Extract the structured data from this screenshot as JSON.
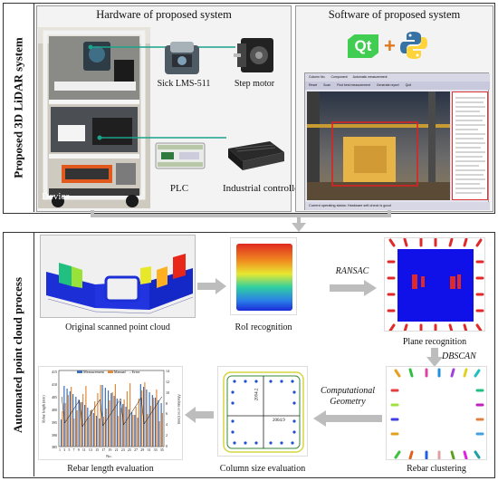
{
  "top": {
    "side_title": "Proposed 3D LiDAR system",
    "hardware_title": "Hardware of proposed system",
    "software_title": "Software of proposed system",
    "labels": {
      "sensor": "Sick LMS-511",
      "motor": "Step motor",
      "plc": "PLC",
      "controller": "Industrial controller",
      "device": "Device"
    },
    "software": {
      "qt_label": "Qt",
      "menu": [
        "Column No.",
        "Component",
        "Automatic measurement",
        "Find best measurement",
        "Generate report"
      ],
      "buttons": [
        "Reset",
        "Scan",
        "Quit"
      ],
      "status": "Current operating status: Hardware self-check is good"
    }
  },
  "bottom": {
    "side_title": "Automated point cloud process",
    "steps": {
      "s1": "Original scanned point cloud",
      "s2": "RoI recognition",
      "s3": "Plane recognition",
      "s4": "Rebar clustering",
      "s5": "Column size evaluation",
      "s6": "Rebar length evaluation"
    },
    "arrows": {
      "a23": "RANSAC",
      "a34": "DBSCAN",
      "a45_line1": "Computational",
      "a45_line2": "Geometry"
    },
    "column_dims": {
      "vertical": "2004.2",
      "horizontal": "2004.9"
    },
    "bar_chart": {
      "legend": [
        "Measurement",
        "Manual",
        "Error"
      ],
      "ylabel": "Rebar length (mm)",
      "y2label": "Absolute error (mm)",
      "xlabel": "No.",
      "yticks": [
        "415",
        "410",
        "405",
        "400",
        "395",
        "390",
        "385"
      ],
      "y2ticks": [
        "14",
        "12",
        "10",
        "8",
        "6",
        "4",
        "2",
        "0"
      ],
      "xticks": [
        "1",
        "3",
        "5",
        "7",
        "9",
        "11",
        "13",
        "15",
        "17",
        "19",
        "21",
        "23",
        "25",
        "27",
        "29",
        "31",
        "33",
        "35"
      ]
    }
  },
  "colors": {
    "accent_teal": "#1aa38a",
    "arrow_gray": "#bdbdbd",
    "plane_blue": "#1010e8",
    "roi_red": "#d0302a",
    "measurement": "#3c6fb5",
    "manual": "#e08a3c"
  }
}
